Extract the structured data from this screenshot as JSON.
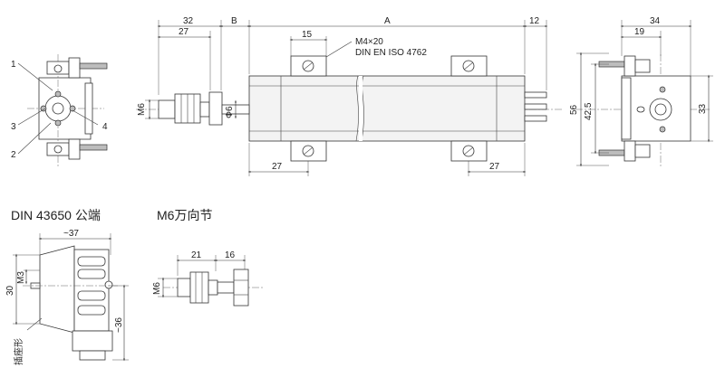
{
  "main_view": {
    "dim_32": "32",
    "dim_27_top": "27",
    "dim_b": "B",
    "dim_a": "A",
    "dim_12": "12",
    "dim_15": "15",
    "note_line1": "M4×20",
    "note_line2": "DIN EN ISO 4762",
    "dim_m6": "M6",
    "dim_phi6": "Φ6",
    "dim_27_bottom_left": "27",
    "dim_27_bottom_right": "27"
  },
  "left_view": {
    "callout_1": "1",
    "callout_2": "2",
    "callout_3": "3",
    "callout_4": "4"
  },
  "right_view": {
    "dim_34": "34",
    "dim_19": "19",
    "dim_56": "56",
    "dim_42_5": "42.5",
    "dim_33": "33"
  },
  "connector_section": {
    "title": "DIN 43650 公端",
    "dim_37": "~37",
    "dim_30": "30",
    "dim_m3": "M3",
    "dim_36": "~36",
    "side_label": "插座形"
  },
  "fitting_section": {
    "title": "M6万向节",
    "dim_21": "21",
    "dim_16": "16",
    "dim_m6": "M6"
  }
}
